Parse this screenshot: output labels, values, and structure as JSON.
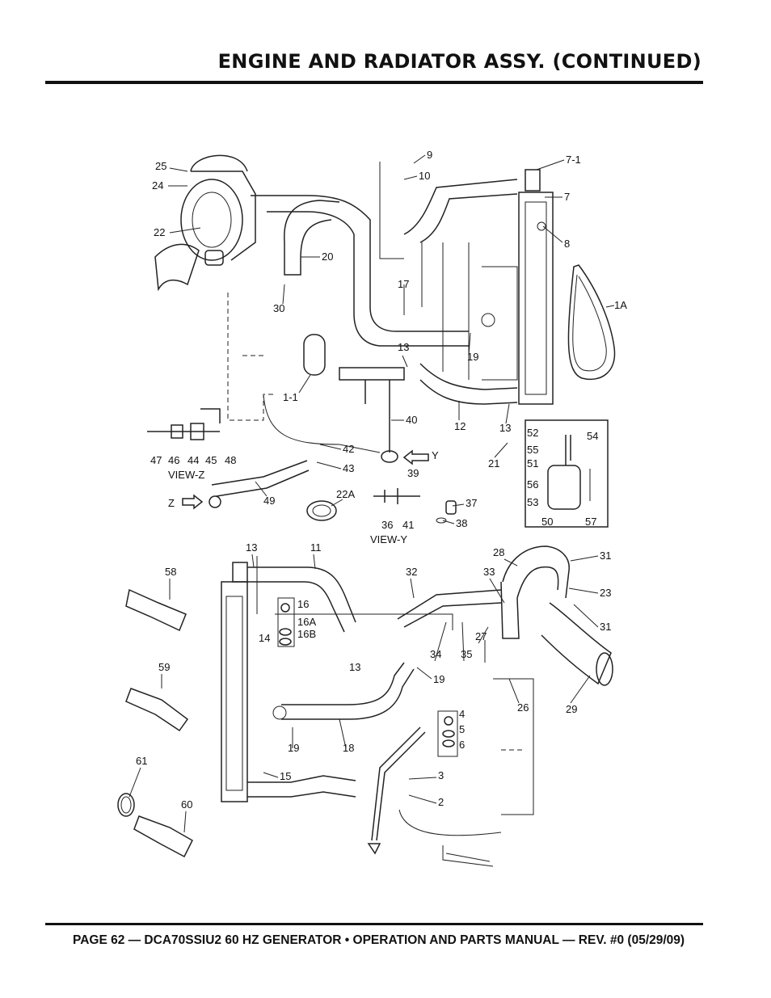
{
  "header": {
    "title": "ENGINE AND RADIATOR ASSY. (CONTINUED)"
  },
  "footer": {
    "text": "PAGE 62 — DCA70SSIU2 60 HZ GENERATOR • OPERATION AND PARTS MANUAL — REV. #0 (05/29/09)"
  },
  "diagram": {
    "callouts": [
      "25",
      "24",
      "22",
      "9",
      "10",
      "7-1",
      "7",
      "8",
      "1A",
      "20",
      "30",
      "17",
      "19",
      "13",
      "1-1",
      "40",
      "12",
      "13",
      "21",
      "47",
      "46",
      "44",
      "45",
      "48",
      "VIEW-Z",
      "42",
      "43",
      "39",
      "Y",
      "52",
      "54",
      "55",
      "51",
      "56",
      "53",
      "50",
      "57",
      "Z",
      "49",
      "22A",
      "36",
      "41",
      "VIEW-Y",
      "37",
      "38",
      "58",
      "13",
      "11",
      "32",
      "33",
      "28",
      "31",
      "23",
      "31",
      "16",
      "16A",
      "16B",
      "14",
      "13",
      "34",
      "35",
      "27",
      "59",
      "19",
      "26",
      "29",
      "4",
      "5",
      "6",
      "61",
      "19",
      "18",
      "3",
      "2",
      "60",
      "15"
    ]
  }
}
